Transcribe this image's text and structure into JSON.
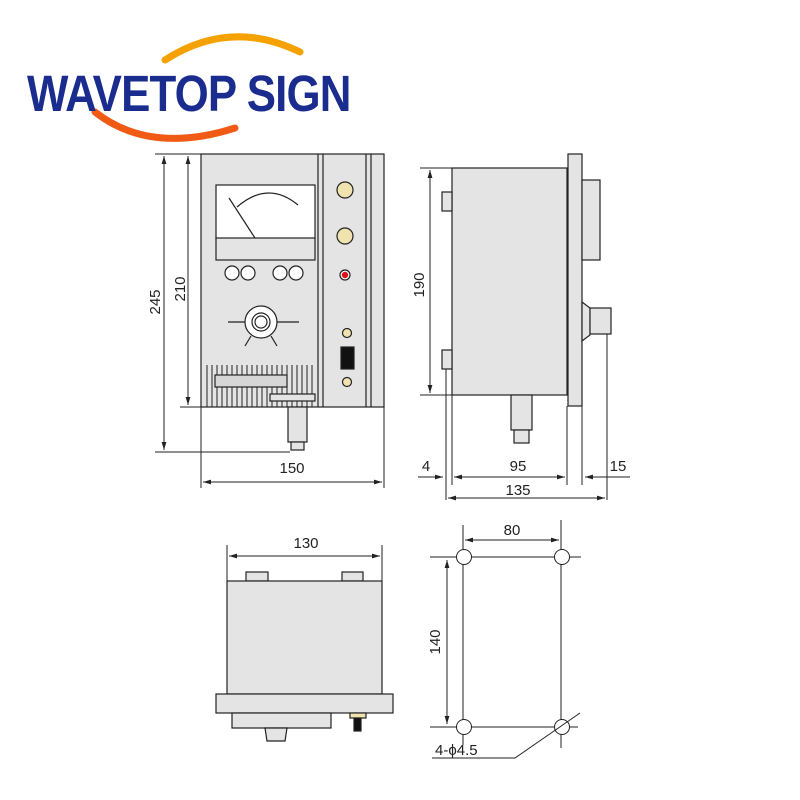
{
  "brand": {
    "name": "WAVETOP SIGN",
    "text_color": "#1a2d8f",
    "arc_top_color": "#f5a100",
    "arc_bottom_color": "#f05a14"
  },
  "colors": {
    "body_fill": "#e4e4e4",
    "line": "#222222",
    "knob_fill": "#f0e3b0",
    "indicator_red": "#e0101a"
  },
  "front_view": {
    "dims": {
      "total_height": "245",
      "body_height": "210",
      "width": "150"
    }
  },
  "side_view": {
    "dims": {
      "height": "190",
      "left_offset": "4",
      "depth": "95",
      "right_offset": "15",
      "total_depth": "135"
    }
  },
  "bottom_view": {
    "dims": {
      "width": "130"
    }
  },
  "mounting_view": {
    "dims": {
      "hole_spacing_x": "80",
      "hole_spacing_y": "140",
      "holes": "4-ϕ4.5"
    }
  }
}
